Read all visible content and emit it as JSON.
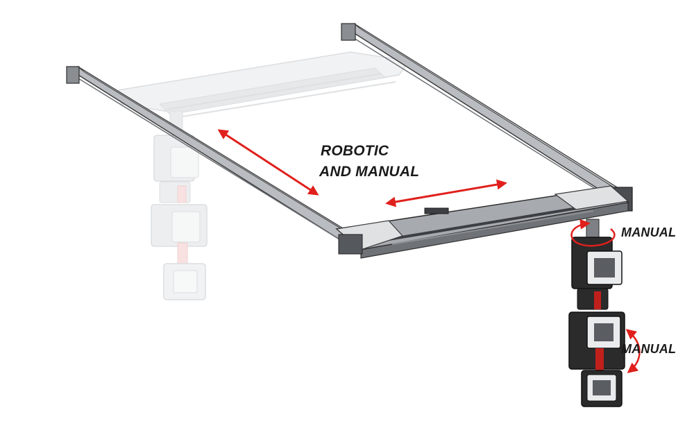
{
  "labels": {
    "robotic_line1": "ROBOTIC",
    "robotic_line2": "AND MANUAL",
    "manual_top": "MANUAL",
    "manual_bottom": "MANUAL"
  },
  "colors": {
    "arrow": "#e0201c",
    "frame_stroke": "#3a3a3a",
    "frame_fill": "#b9bcc0",
    "ghost": "#c9ccd0",
    "panel": "#2b2b2b",
    "text": "#1a1a1a"
  }
}
